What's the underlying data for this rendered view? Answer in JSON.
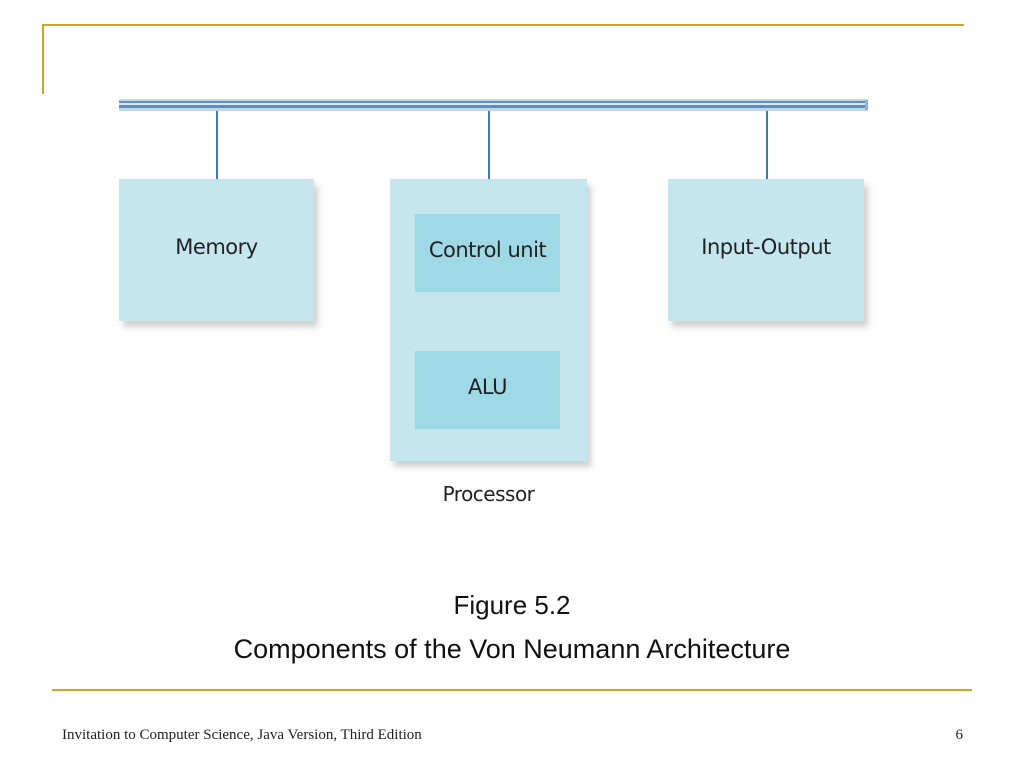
{
  "diagram": {
    "memory_label": "Memory",
    "control_unit_label": "Control unit",
    "alu_label": "ALU",
    "processor_label": "Processor",
    "io_label": "Input-Output"
  },
  "caption": {
    "figure_number": "Figure 5.2",
    "figure_title": "Components of the Von Neumann Architecture"
  },
  "footer": {
    "book_title": "Invitation to Computer Science, Java Version, Third Edition",
    "page_number": "6"
  },
  "colors": {
    "frame_gold": "#d4a326",
    "bus_blue": "#5a90c6",
    "box_light": "#c6e6ef",
    "box_inner": "#a0d9e6"
  }
}
